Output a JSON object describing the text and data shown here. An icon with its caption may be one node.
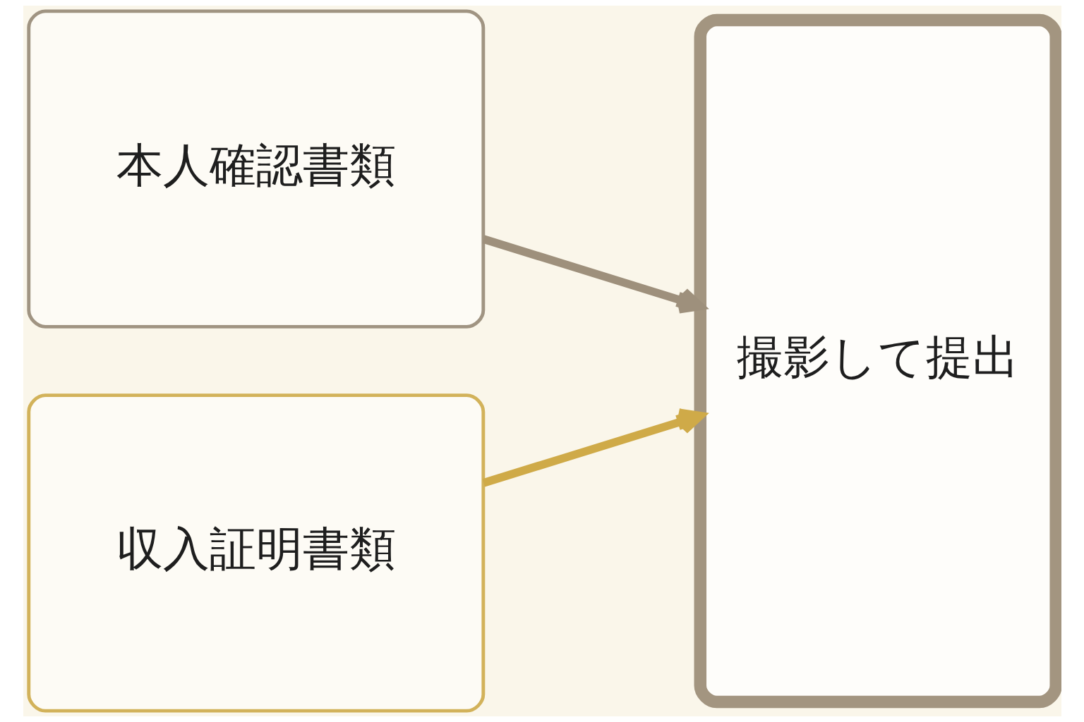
{
  "diagram": {
    "nodes": [
      {
        "text": [
          "本人確認書類"
        ]
      },
      {
        "text": [
          "収入証明書類"
        ]
      },
      {
        "text": [
          "撮影して提出"
        ]
      }
    ],
    "edges": [
      {
        "from": 0,
        "to": 2,
        "arrow": "to",
        "color": "#9e907c"
      },
      {
        "from": 1,
        "to": 2,
        "arrow": "to",
        "color": "#cfaa48"
      }
    ]
  }
}
